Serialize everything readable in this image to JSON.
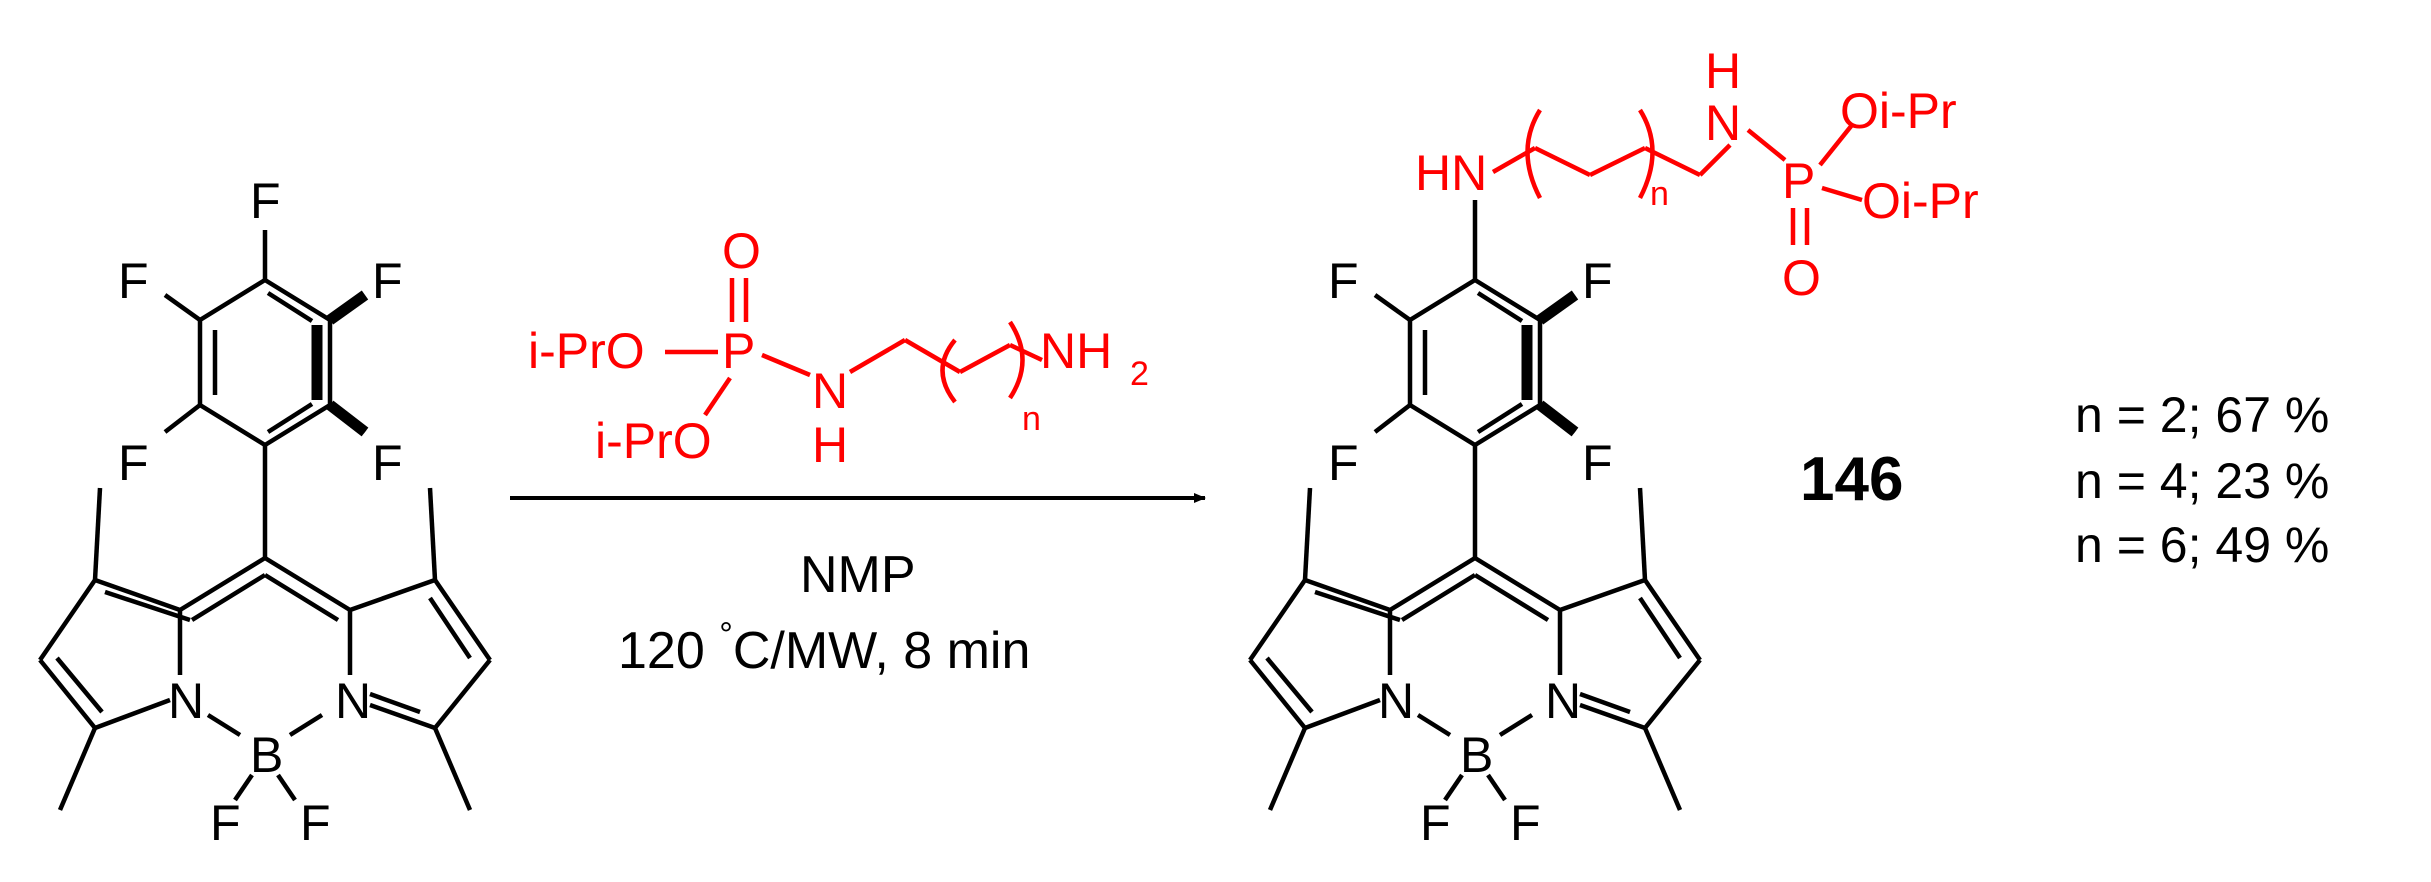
{
  "atoms": {
    "F": "F",
    "N": "N",
    "B": "B",
    "H": "H",
    "P": "P",
    "O": "O",
    "HN": "HN",
    "NH": "NH",
    "n": "n",
    "two": "2",
    "iPrO": "i-PrO",
    "OiPr": "Oi-Pr"
  },
  "conditions": {
    "solvent": "NMP",
    "temp_prefix": "120 ",
    "degree": "°",
    "temp_suffix": "C/MW, 8 min"
  },
  "product_label": "146",
  "yields": [
    "n = 2; 67 %",
    "n = 4; 23 %",
    "n = 6; 49 %"
  ],
  "colors": {
    "reagent": "#ff0000",
    "structure": "#000000"
  }
}
